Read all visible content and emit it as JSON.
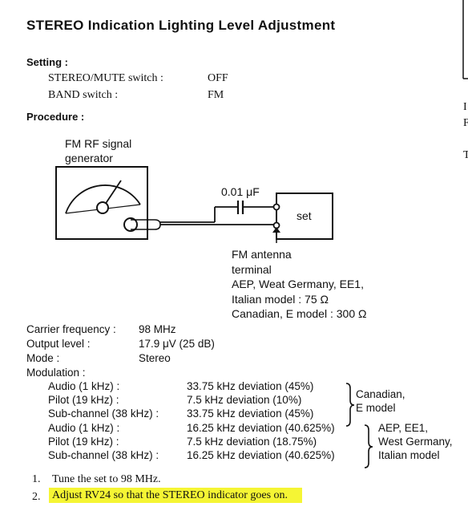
{
  "title": "STEREO Indication Lighting Level Adjustment",
  "setting": {
    "heading": "Setting :",
    "rows": [
      {
        "label": "STEREO/MUTE switch :",
        "value": "OFF"
      },
      {
        "label": "BAND switch :",
        "value": "FM"
      }
    ]
  },
  "procedure": {
    "heading": "Procedure :"
  },
  "diagram": {
    "generator_label_1": "FM RF signal",
    "generator_label_2": "generator",
    "capacitor_label": "0.01 μF",
    "set_label": "set",
    "antenna_lines": [
      "FM antenna",
      "terminal",
      "AEP, Weat Germany, EE1,",
      "Italian model : 75 Ω",
      "Canadian, E model : 300 Ω"
    ]
  },
  "specs": [
    {
      "label": "Carrier frequency :",
      "value": "98 MHz"
    },
    {
      "label": "Output level :",
      "value": "17.9 μV (25 dB)"
    },
    {
      "label": "Mode :",
      "value": "Stereo"
    }
  ],
  "modulation": {
    "heading": "Modulation :",
    "group1": {
      "rows": [
        {
          "label": "Audio (1 kHz) :",
          "value": "33.75 kHz deviation (45%)"
        },
        {
          "label": "Pilot (19 kHz) :",
          "value": "7.5 kHz deviation (10%)"
        },
        {
          "label": "Sub-channel (38 kHz) :",
          "value": "33.75 kHz deviation (45%)"
        }
      ],
      "models": [
        "Canadian,",
        "E model"
      ]
    },
    "group2": {
      "rows": [
        {
          "label": "Audio (1 kHz) :",
          "value": "16.25 kHz deviation (40.625%)"
        },
        {
          "label": "Pilot (19 kHz) :",
          "value": "7.5 kHz deviation (18.75%)"
        },
        {
          "label": "Sub-channel (38 kHz) :",
          "value": "16.25 kHz deviation (40.625%)"
        }
      ],
      "models": [
        "AEP, EE1,",
        "West Germany,",
        "Italian model"
      ]
    }
  },
  "steps": [
    {
      "num": "1.",
      "text": "Tune the set to 98 MHz."
    },
    {
      "num": "2.",
      "text": "Adjust RV24 so that the STEREO indicator goes on."
    }
  ],
  "side_fragments": [
    "I",
    "F",
    "T"
  ],
  "highlight_color": "#f5f534"
}
